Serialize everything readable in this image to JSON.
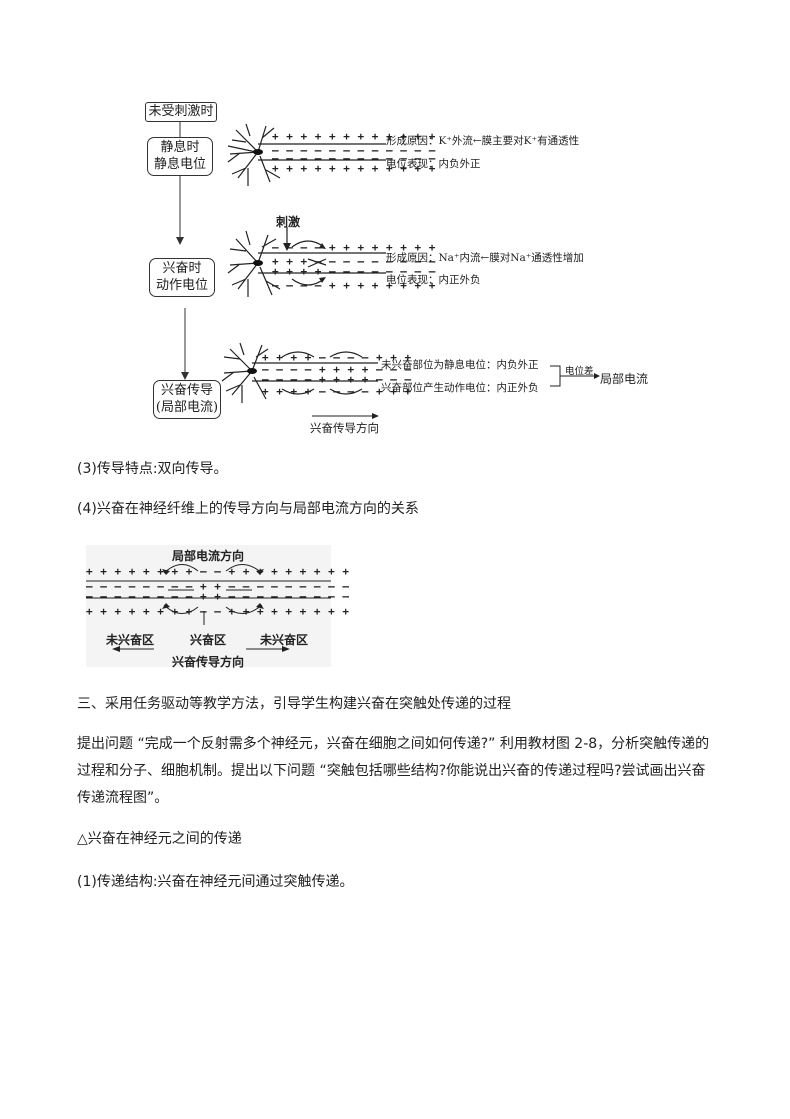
{
  "diagram1": {
    "box_unstimulated": "未受刺激时",
    "box_resting_l1": "静息时",
    "box_resting_l2": "静息电位",
    "box_excited_l1": "兴奋时",
    "box_excited_l2": "动作电位",
    "box_conduct_l1": "兴奋传导",
    "box_conduct_l2": "(局部电流)",
    "resting_cause": "形成原因：K⁺外流←膜主要对K⁺有通透性",
    "resting_show": "电位表现：内负外正",
    "stimulus": "刺激",
    "action_cause": "形成原因：Na⁺内流←膜对Na⁺通透性增加",
    "action_show": "电位表现：内正外负",
    "unexcited_part": "未兴奋部位为静息电位：内负外正",
    "excited_part": "兴奋部位产生动作电位：内正外负",
    "potential_diff": "电位差",
    "local_current": "局部电流",
    "direction": "兴奋传导方向"
  },
  "para_3": "(3)传导特点:双向传导。",
  "para_4": "(4)兴奋在神经纤维上的传导方向与局部电流方向的关系",
  "diagram2": {
    "local_current_dir": "局部电流方向",
    "unexcited_left": "未兴奋区",
    "excited": "兴奋区",
    "unexcited_right": "未兴奋区",
    "direction": "兴奋传导方向"
  },
  "section3_heading": "三、采用任务驱动等教学方法，引导学生构建兴奋在突触处传递的过程",
  "section3_body": "提出问题 “完成一个反射需多个神经元，兴奋在细胞之间如何传递?” 利用教材图 2-8，分析突触传递的过程和分子、细胞机制。提出以下问题 “突触包括哪些结构?你能说出兴奋的传递过程吗?尝试画出兴奋传递流程图”。",
  "triangle_heading": "△兴奋在神经元之间的传递",
  "para_1": "(1)传递结构:兴奋在神经元间通过突触传递。"
}
